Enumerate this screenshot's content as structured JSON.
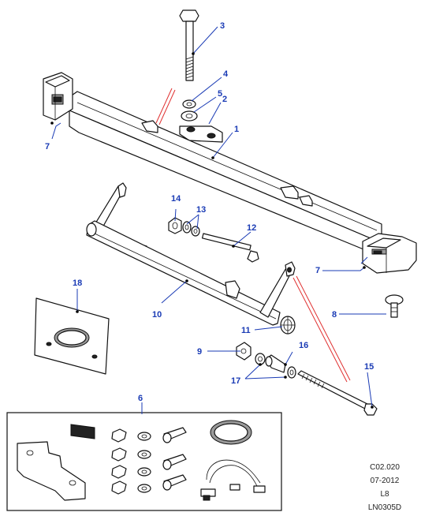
{
  "callouts": {
    "c1": "1",
    "c2": "2",
    "c3": "3",
    "c4": "4",
    "c5": "5",
    "c6": "6",
    "c7a": "7",
    "c7b": "7",
    "c8": "8",
    "c9": "9",
    "c10": "10",
    "c11": "11",
    "c12": "12",
    "c13": "13",
    "c14": "14",
    "c15": "15",
    "c16": "16",
    "c17": "17",
    "c18": "18"
  },
  "reference": {
    "code": "C02.020",
    "date": "07-2012",
    "level": "L8",
    "drawing": "LN0305D"
  },
  "colors": {
    "callout": "#1a3bb5",
    "cut_line": "#e03030"
  }
}
